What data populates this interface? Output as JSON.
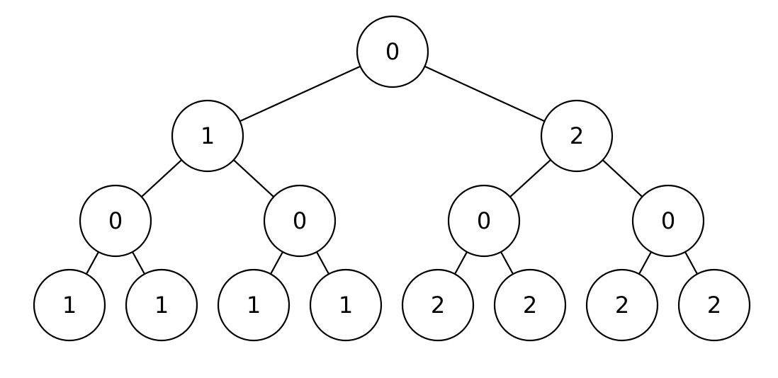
{
  "tree": {
    "nodes": [
      {
        "id": "n0",
        "label": "0",
        "parent": null
      },
      {
        "id": "n1",
        "label": "1",
        "parent": "n0"
      },
      {
        "id": "n2",
        "label": "2",
        "parent": "n0"
      },
      {
        "id": "n3",
        "label": "0",
        "parent": "n1"
      },
      {
        "id": "n4",
        "label": "0",
        "parent": "n1"
      },
      {
        "id": "n5",
        "label": "0",
        "parent": "n2"
      },
      {
        "id": "n6",
        "label": "0",
        "parent": "n2"
      },
      {
        "id": "n7",
        "label": "1",
        "parent": "n3"
      },
      {
        "id": "n8",
        "label": "1",
        "parent": "n3"
      },
      {
        "id": "n9",
        "label": "1",
        "parent": "n4"
      },
      {
        "id": "n10",
        "label": "1",
        "parent": "n4"
      },
      {
        "id": "n11",
        "label": "2",
        "parent": "n5"
      },
      {
        "id": "n12",
        "label": "2",
        "parent": "n5"
      },
      {
        "id": "n13",
        "label": "2",
        "parent": "n6"
      },
      {
        "id": "n14",
        "label": "2",
        "parent": "n6"
      }
    ]
  }
}
